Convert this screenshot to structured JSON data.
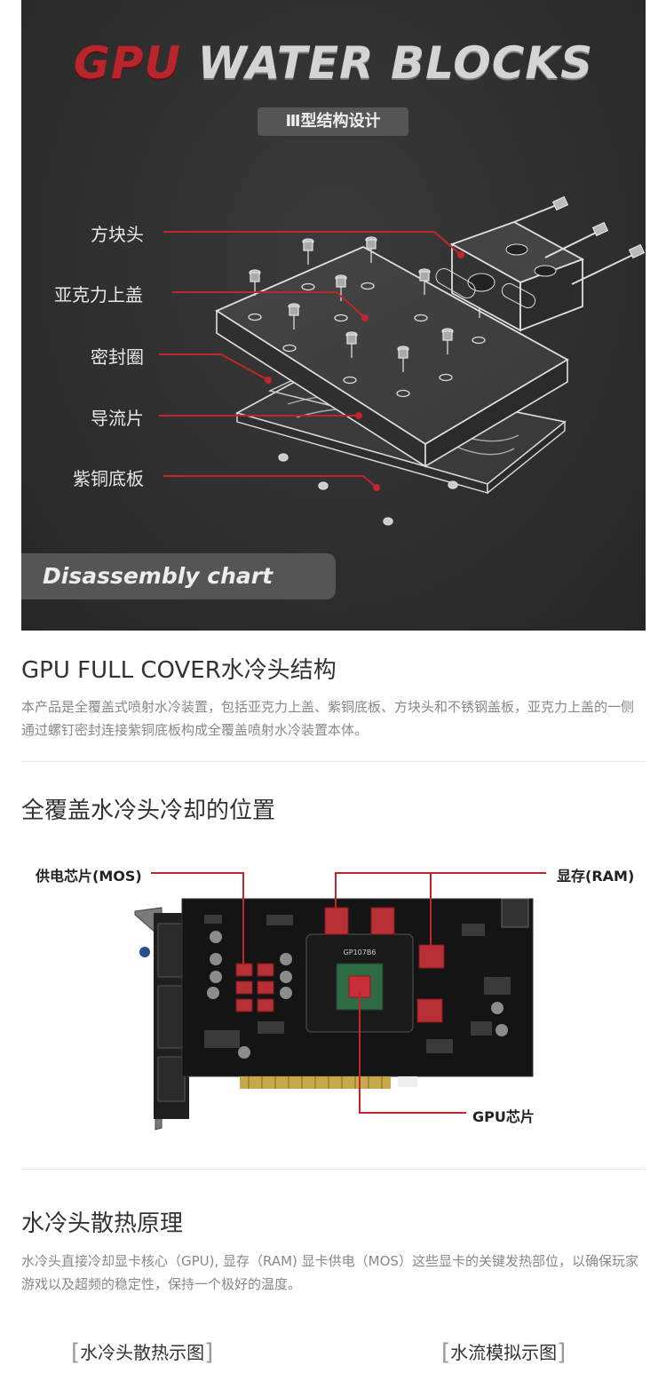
{
  "hero": {
    "title_gpu": "GPU",
    "title_rest": "WATER BLOCKS",
    "subtitle": "Ⅲ型结构设计",
    "parts": [
      "方块头",
      "亚克力上盖",
      "密封圈",
      "导流片",
      "紫铜底板"
    ],
    "tab_label": "Disassembly chart",
    "accent_color": "#b8262b"
  },
  "section1": {
    "title": "GPU FULL COVER水冷头结构",
    "body": "本产品是全覆盖式喷射水冷装置，包括亚克力上盖、紫铜底板、方块头和不锈钢盖板，亚克力上盖的一侧通过螺钉密封连接紫铜底板构成全覆盖喷射水冷装置本体。"
  },
  "section2": {
    "title": "全覆盖水冷头冷却的位置",
    "labels": {
      "mos": "供电芯片(MOS)",
      "ram": "显存(RAM)",
      "gpu": "GPU芯片"
    },
    "chip_text": "GP107B6"
  },
  "section3": {
    "title": "水冷头散热原理",
    "body": "水冷头直接冷却显卡核心（GPU), 显存（RAM) 显卡供电（MOS）这些显卡的关键发热部位，以确保玩家游戏以及超频的稳定性，保持一个极好的温度。"
  },
  "captions": {
    "left": "水冷头散热示图",
    "right": "水流模拟示图"
  }
}
